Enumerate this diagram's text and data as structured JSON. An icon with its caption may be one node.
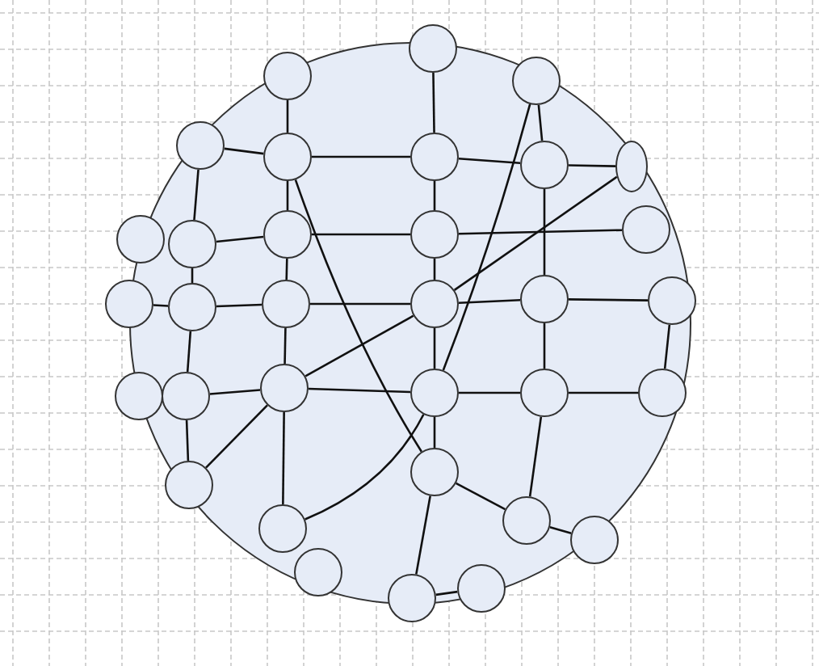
{
  "diagram": {
    "nodes": [
      {
        "text": [],
        "shape": "circle"
      },
      {
        "text": [],
        "shape": "circle",
        "in": 0
      },
      {
        "text": [],
        "shape": "circle",
        "in": 0
      },
      {
        "text": [],
        "shape": "circle",
        "in": 0
      },
      {
        "text": [],
        "shape": "circle",
        "in": 0
      },
      {
        "text": [],
        "shape": "circle",
        "in": 0
      },
      {
        "text": [],
        "shape": "circle",
        "in": 0
      },
      {
        "text": [],
        "shape": "circle",
        "in": 0
      },
      {
        "text": [],
        "shape": "ellipse",
        "in": 0
      },
      {
        "text": [],
        "shape": "circle",
        "in": 0
      },
      {
        "text": [],
        "shape": "circle",
        "in": 0
      },
      {
        "text": [],
        "shape": "circle",
        "in": 0
      },
      {
        "text": [],
        "shape": "circle",
        "in": 0
      },
      {
        "text": [],
        "shape": "circle",
        "in": 0
      },
      {
        "text": [],
        "shape": "circle",
        "in": 0
      },
      {
        "text": [],
        "shape": "circle",
        "in": 0
      },
      {
        "text": [],
        "shape": "circle",
        "in": 0
      },
      {
        "text": [],
        "shape": "circle",
        "in": 0
      },
      {
        "text": [],
        "shape": "circle",
        "in": 0
      },
      {
        "text": [],
        "shape": "circle",
        "in": 0
      },
      {
        "text": [],
        "shape": "circle",
        "in": 0
      },
      {
        "text": [],
        "shape": "circle",
        "in": 0
      },
      {
        "text": [],
        "shape": "circle",
        "in": 0
      },
      {
        "text": [],
        "shape": "circle",
        "in": 0
      },
      {
        "text": [],
        "shape": "circle",
        "in": 0
      },
      {
        "text": [],
        "shape": "circle",
        "in": 0
      },
      {
        "text": [],
        "shape": "circle",
        "in": 0
      },
      {
        "text": [],
        "shape": "circle",
        "in": 0
      },
      {
        "text": [],
        "shape": "circle",
        "in": 0
      },
      {
        "text": [],
        "shape": "circle",
        "in": 0
      },
      {
        "text": [],
        "shape": "circle",
        "in": 0
      },
      {
        "text": [],
        "shape": "circle",
        "in": 0
      },
      {
        "text": [],
        "shape": "circle",
        "in": 0
      },
      {
        "text": [],
        "shape": "circle",
        "in": 0
      }
    ],
    "edges": [
      {
        "from": 2,
        "to": 5,
        "arrow": "none"
      },
      {
        "from": 1,
        "to": 6,
        "arrow": "none"
      },
      {
        "from": 3,
        "to": 7,
        "arrow": "none"
      },
      {
        "from": 4,
        "to": 5,
        "arrow": "none"
      },
      {
        "from": 5,
        "to": 6,
        "arrow": "none"
      },
      {
        "from": 6,
        "to": 7,
        "arrow": "none"
      },
      {
        "from": 7,
        "to": 8,
        "arrow": "none"
      },
      {
        "from": 4,
        "to": 10,
        "arrow": "none"
      },
      {
        "from": 5,
        "to": 11,
        "arrow": "none"
      },
      {
        "from": 6,
        "to": 12,
        "arrow": "none"
      },
      {
        "from": 7,
        "to": 18,
        "arrow": "none"
      },
      {
        "from": 10,
        "to": 11,
        "arrow": "none"
      },
      {
        "from": 11,
        "to": 12,
        "arrow": "none"
      },
      {
        "from": 12,
        "to": 13,
        "arrow": "none"
      },
      {
        "from": 10,
        "to": 15,
        "arrow": "none"
      },
      {
        "from": 11,
        "to": 16,
        "arrow": "none"
      },
      {
        "from": 12,
        "to": 17,
        "arrow": "none"
      },
      {
        "from": 14,
        "to": 15,
        "arrow": "none"
      },
      {
        "from": 15,
        "to": 16,
        "arrow": "none"
      },
      {
        "from": 16,
        "to": 17,
        "arrow": "none"
      },
      {
        "from": 17,
        "to": 18,
        "arrow": "none"
      },
      {
        "from": 18,
        "to": 19,
        "arrow": "none"
      },
      {
        "from": 15,
        "to": 21,
        "arrow": "none"
      },
      {
        "from": 16,
        "to": 22,
        "arrow": "none"
      },
      {
        "from": 17,
        "to": 23,
        "arrow": "none"
      },
      {
        "from": 18,
        "to": 24,
        "arrow": "none"
      },
      {
        "from": 19,
        "to": 25,
        "arrow": "none"
      },
      {
        "from": 21,
        "to": 22,
        "arrow": "none"
      },
      {
        "from": 22,
        "to": 23,
        "arrow": "none"
      },
      {
        "from": 23,
        "to": 24,
        "arrow": "none"
      },
      {
        "from": 24,
        "to": 25,
        "arrow": "none"
      },
      {
        "from": 21,
        "to": 27,
        "arrow": "none"
      },
      {
        "from": 22,
        "to": 29,
        "arrow": "none"
      },
      {
        "from": 23,
        "to": 26,
        "arrow": "none"
      },
      {
        "from": 24,
        "to": 28,
        "arrow": "none"
      },
      {
        "from": 26,
        "to": 28,
        "arrow": "none"
      },
      {
        "from": 28,
        "to": 30,
        "arrow": "none"
      },
      {
        "from": 26,
        "to": 33,
        "arrow": "none"
      },
      {
        "from": 33,
        "to": 32,
        "arrow": "none"
      },
      {
        "from": 5,
        "to": 26,
        "arrow": "none"
      },
      {
        "from": 3,
        "to": 23,
        "arrow": "none"
      },
      {
        "from": 23,
        "to": 29,
        "arrow": "none"
      },
      {
        "from": 27,
        "to": 22,
        "arrow": "none"
      },
      {
        "from": 22,
        "to": 17,
        "arrow": "none"
      },
      {
        "from": 17,
        "to": 8,
        "arrow": "none"
      }
    ]
  }
}
